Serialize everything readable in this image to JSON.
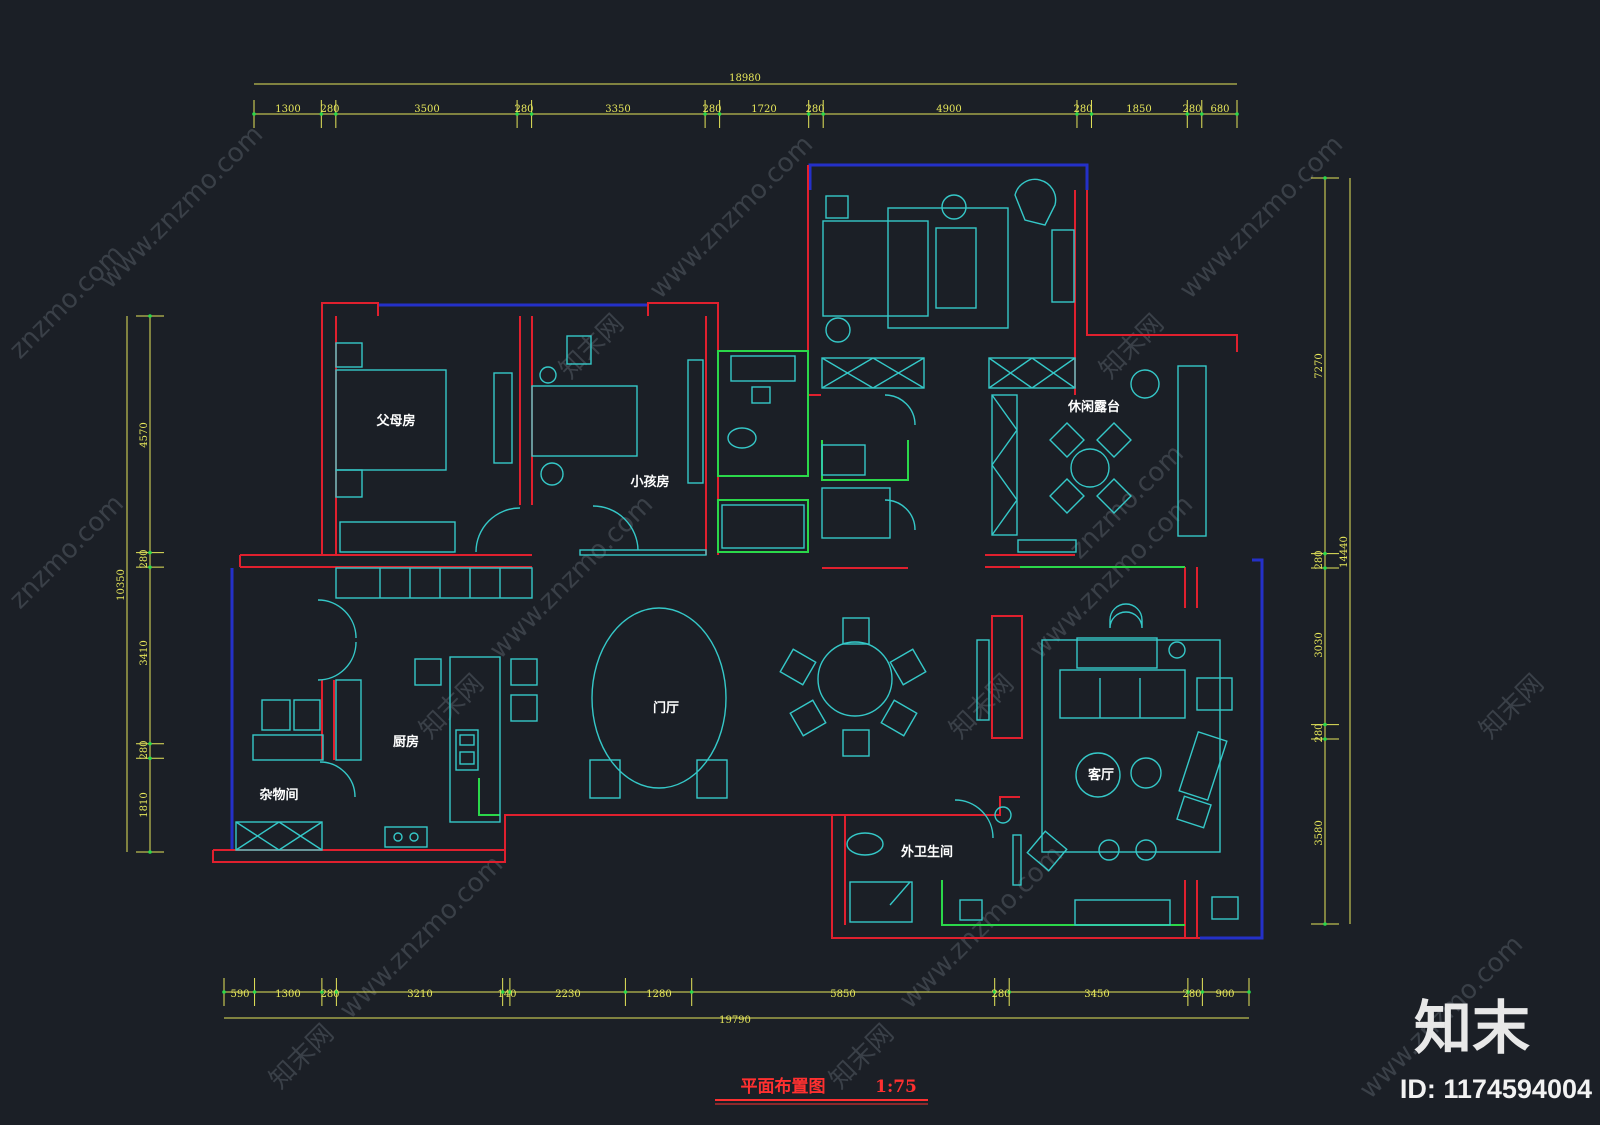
{
  "drawing": {
    "title": "平面布置图",
    "scale": "1:75",
    "colors": {
      "background": "#1b1f26",
      "wall": "#e0202e",
      "window": "#2430c8",
      "furniture": "#35c8c8",
      "wet_area": "#2bd84a",
      "dimension": "#e6e65a",
      "title": "#ff3030"
    }
  },
  "rooms": {
    "parents_room": "父母房",
    "kids_room": "小孩房",
    "leisure_terrace": "休闲露台",
    "foyer": "门厅",
    "kitchen": "厨房",
    "storage": "杂物间",
    "living_room": "客厅",
    "guest_bath": "外卫生间"
  },
  "dimensions": {
    "top_total": "18980",
    "top": [
      "1300",
      "280",
      "3500",
      "280",
      "3350",
      "280",
      "1720",
      "280",
      "4900",
      "280",
      "1850",
      "280",
      "680"
    ],
    "bottom_total": "19790",
    "bottom": [
      "590",
      "1300",
      "280",
      "3210",
      "140",
      "2230",
      "1280",
      "5850",
      "280",
      "3450",
      "280",
      "900"
    ],
    "left_total": "10350",
    "left": [
      "4570",
      "280",
      "3410",
      "280",
      "1810"
    ],
    "right_total": "14440",
    "right": [
      "7270",
      "280",
      "3030",
      "280",
      "3580"
    ]
  },
  "watermark": {
    "site": "znzmo.com",
    "site_full": "www.znzmo.com",
    "cn": "知末网",
    "brand": "知末",
    "id": "ID: 1174594004"
  }
}
